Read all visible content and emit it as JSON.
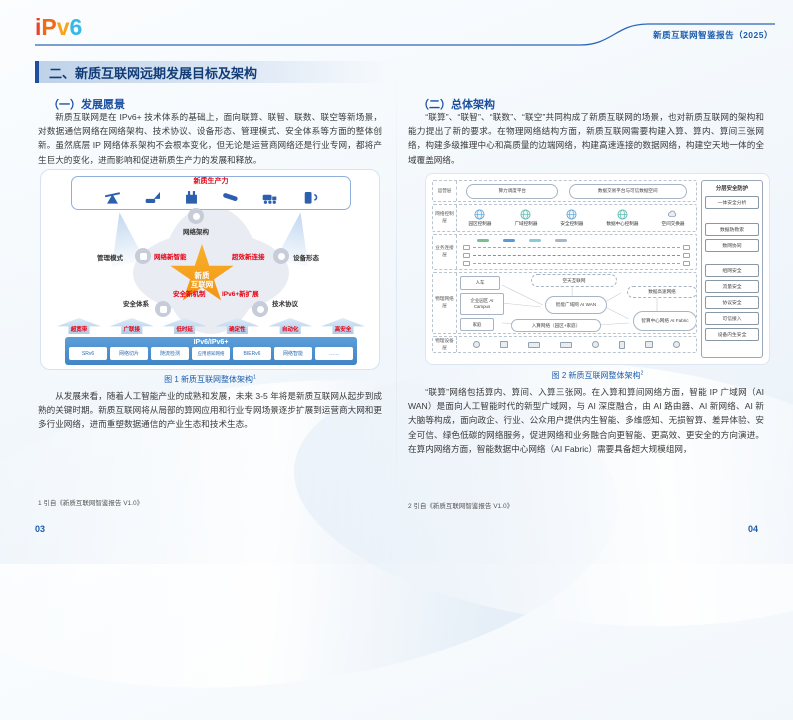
{
  "header": {
    "logo_letters": [
      "i",
      "P",
      "v",
      "6"
    ],
    "report_title": "新质互联网智鉴报告（2025）"
  },
  "section_title": "二、新质互联网远期发展目标及架构",
  "left_page": {
    "heading": "（一）发展愿景",
    "para1": "新质互联网是在 IPv6+ 技术体系的基础上，面向联算、联智、联数、联空等新场景，对数据通信网络在网络架构、技术协议、设备形态、管理模式、安全体系等方面的整体创新。虽然底层 IP 网络体系架构不会根本变化，但无论是运营商网络还是行业专网，都将产生巨大的变化，进而影响和促进新质生产力的发展和释放。",
    "figure1": {
      "productivity_title": "新质生产力",
      "top_icons": [
        "pumpjack-icon",
        "excavator-icon",
        "factory-icon",
        "pipeline-icon",
        "mixer-truck-icon",
        "charging-pile-icon"
      ],
      "star_line1": "新质",
      "star_line2": "互联网",
      "node_top": "网络架构",
      "node_left": "管理模式",
      "node_right": "设备形态",
      "node_bottom_left": "安全体系",
      "node_bottom_right": "技术协议",
      "red_upper_left": "网络新智能",
      "red_upper_right": "超效新连接",
      "red_lower_left": "安全新机制",
      "red_lower_right": "IPv6+新扩展",
      "arrows": [
        "超宽带",
        "广联接",
        "低时延",
        "确定性",
        "自动化",
        "高安全"
      ],
      "bar_title": "IPv6/IPv6+",
      "bar_items": [
        "SRv6",
        "网络切片",
        "随流检测",
        "应用感知网络",
        "BIERv6",
        "网络智能",
        "……"
      ],
      "caption": "图 1 新质互联网整体架构",
      "caption_sup": "1"
    },
    "para2": "从发展来看，随着人工智能产业的成熟和发展，未来 3-5 年将是新质互联网从起步到成熟的关键时期。新质互联网将从局部的算网应用和行业专网场景逐步扩展到运营商大网和更多行业网络，进而重塑数据通信的产业生态和技术生态。",
    "footnote": "1 引自《新质互联网智鉴报告 V1.0》",
    "page_number": "03"
  },
  "right_page": {
    "heading": "（二）总体架构",
    "para1": "“联算”、“联智”、“联数”、“联空”共同构成了新质互联网的场景，也对新质互联网的架构和能力提出了新的要求。在物理网络结构方面，新质互联网需要构建入算、算内、算间三张网络，构建多级推理中心和高质量的边端网络，构建高速连接的数据网络，构建空天地一体的全域覆盖网络。",
    "figure2": {
      "layers": [
        "运营层",
        "网络控制层",
        "业务连接层",
        "物理网络层",
        "物理设备层"
      ],
      "clouds": [
        "算力调度平台",
        "数据交易平台与可信数据空间"
      ],
      "controllers": [
        "园区控制器",
        "广域控制器",
        "安全控制器",
        "数据中心控制器",
        "空间交换器"
      ],
      "networks": [
        "空天互联网",
        "智能广域网 AI WAN",
        "入算网络（园区+家庭）",
        "智算中心网络 AI Fabric",
        "数据高速网络"
      ],
      "sites": [
        "人车",
        "企业园区 AI Campus",
        "家庭"
      ],
      "security": {
        "title": "分层安全防护",
        "items": [
          "一体安全分析",
          "数据防勒索",
          "数网协同",
          "组网安全",
          "流量安全",
          "协议安全",
          "可信接入",
          "设备内生安全"
        ]
      },
      "caption": "图 2 新质互联网整体架构",
      "caption_sup": "2"
    },
    "para2": "“联算”网络包括算内、算间、入算三张网。在入算和算间网络方面，智能 IP 广域网（AI WAN）是面向人工智能时代的新型广域网，与 AI 深度融合，由 AI 路由器、AI 新网络、AI 新大脑等构成，面向政企、行业、公众用户提供内生智能、多维感知、无损智算、差异体验、安全可信、绿色低碳的网络服务，促进网络和业务融合向更智能、更高效、更安全的方向演进。在算内网络方面，智能数据中心网络（AI Fabric）需要具备超大规模组网，",
    "footnote": "2 引自《新质互联网智鉴报告 V1.0》",
    "page_number": "04"
  },
  "colors": {
    "accent_blue": "#1b5cad",
    "dark_blue": "#123c77",
    "red_accent": "#e60012",
    "bar_blue": "#4f93d4",
    "star_orange": "#f5a01e"
  }
}
